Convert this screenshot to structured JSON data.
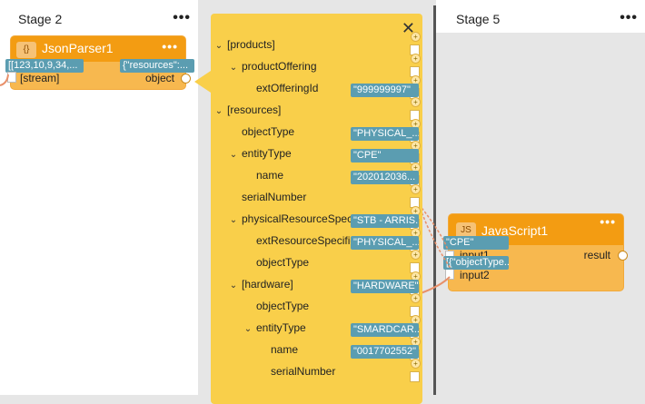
{
  "stage2": {
    "title": "Stage 2",
    "menu": "•••"
  },
  "stage5": {
    "title": "Stage 5",
    "menu": "•••"
  },
  "json_parser": {
    "title": "JsonParser1",
    "icon": "{}",
    "menu": "•••",
    "input_badge": "[[123,10,9,34,...",
    "output_badge": "{\"resources\":...",
    "input_label": "[stream]",
    "output_label": "object"
  },
  "javascript": {
    "title": "JavaScript1",
    "icon": "JS",
    "menu": "•••",
    "input1_label": "input1",
    "input2_label": "input2",
    "output_label": "result",
    "input1_badge": "\"CPE\"",
    "input2_badge": "[{\"objectType..."
  },
  "panel": {
    "close": "✕",
    "rows": [
      {
        "label": "[products]",
        "chev": true,
        "indent": 0,
        "badge": ""
      },
      {
        "label": "productOffering",
        "chev": true,
        "indent": 1,
        "badge": ""
      },
      {
        "label": "extOfferingId",
        "chev": false,
        "indent": 2,
        "badge": "\"999999997\""
      },
      {
        "label": "[resources]",
        "chev": true,
        "indent": 0,
        "badge": ""
      },
      {
        "label": "objectType",
        "chev": false,
        "indent": 1,
        "badge": "\"PHYSICAL_..."
      },
      {
        "label": "entityType",
        "chev": true,
        "indent": 1,
        "badge": "\"CPE\""
      },
      {
        "label": "name",
        "chev": false,
        "indent": 2,
        "badge": "\"202012036..."
      },
      {
        "label": "serialNumber",
        "chev": false,
        "indent": 1,
        "badge": ""
      },
      {
        "label": "physicalResourceSpec",
        "chev": true,
        "indent": 1,
        "badge": "\"STB - ARRIS..."
      },
      {
        "label": "extResourceSpecificationId",
        "chev": false,
        "indent": 2,
        "badge": "\"PHYSICAL_..."
      },
      {
        "label": "objectType",
        "chev": false,
        "indent": 2,
        "badge": ""
      },
      {
        "label": "[hardware]",
        "chev": true,
        "indent": 1,
        "badge": "\"HARDWARE\""
      },
      {
        "label": "objectType",
        "chev": false,
        "indent": 2,
        "badge": ""
      },
      {
        "label": "entityType",
        "chev": true,
        "indent": 2,
        "badge": "\"SMARDCAR..."
      },
      {
        "label": "name",
        "chev": false,
        "indent": 3,
        "badge": "\"0017702552\""
      },
      {
        "label": "serialNumber",
        "chev": false,
        "indent": 3,
        "badge": ""
      }
    ]
  }
}
